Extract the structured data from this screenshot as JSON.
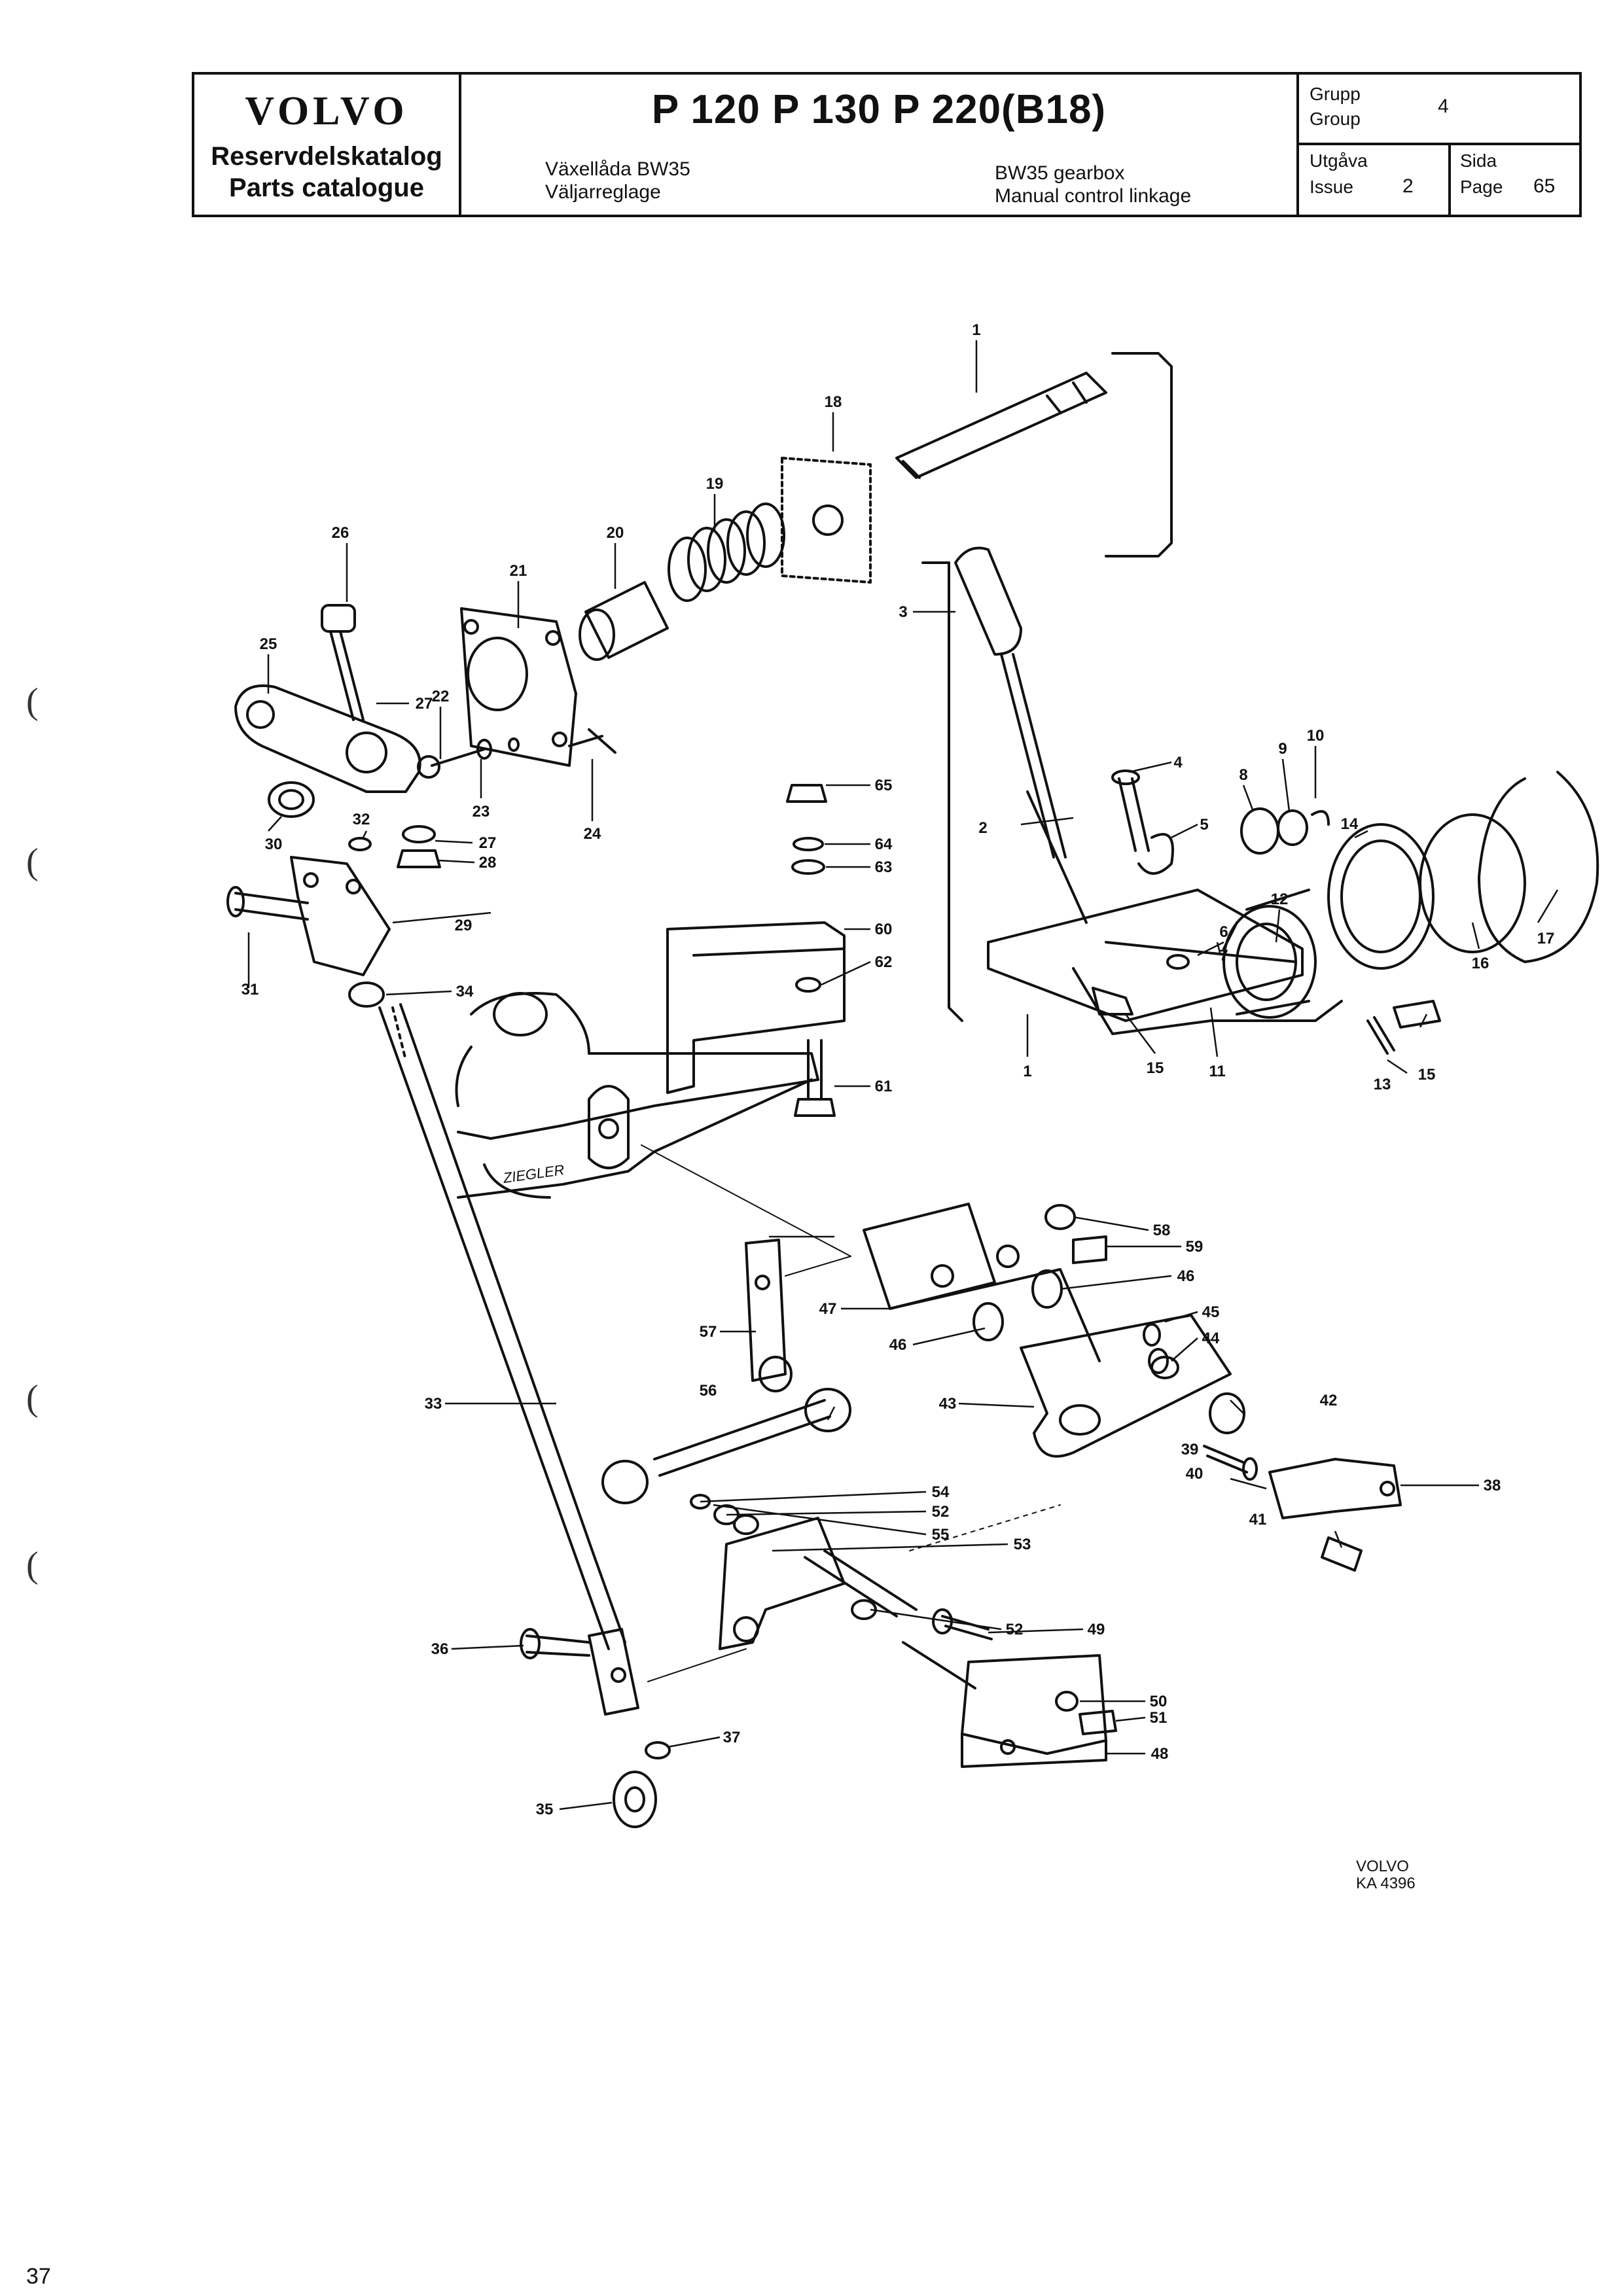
{
  "header": {
    "brand": "VOLVO",
    "catalog_sv": "Reservdelskatalog",
    "catalog_en": "Parts catalogue",
    "models": "P 120   P 130   P 220(B18)",
    "desc_sv_line1": "Växellåda BW35",
    "desc_sv_line2": "Väljarreglage",
    "desc_en_line1": "BW35 gearbox",
    "desc_en_line2": "Manual control linkage",
    "group_label_sv": "Grupp",
    "group_label_en": "Group",
    "group_value": "4",
    "issue_label_sv": "Utgåva",
    "issue_label_en": "Issue",
    "issue_value": "2",
    "page_label_sv": "Sida",
    "page_label_en": "Page",
    "page_value": "65"
  },
  "diagram": {
    "callouts": [
      "1",
      "2",
      "3",
      "4",
      "5",
      "6",
      "7",
      "8",
      "9",
      "10",
      "11",
      "12",
      "13",
      "14",
      "15",
      "16",
      "17",
      "18",
      "19",
      "20",
      "21",
      "22",
      "23",
      "24",
      "25",
      "26",
      "27",
      "28",
      "29",
      "30",
      "31",
      "32",
      "33",
      "34",
      "35",
      "36",
      "37",
      "38",
      "39",
      "40",
      "41",
      "42",
      "43",
      "44",
      "45",
      "46",
      "47",
      "48",
      "49",
      "50",
      "51",
      "52",
      "53",
      "54",
      "55",
      "56",
      "57",
      "58",
      "59",
      "60",
      "61",
      "62",
      "63",
      "64",
      "65"
    ],
    "ziegler_text": "ZIEGLER"
  },
  "footer": {
    "ref_line1": "VOLVO",
    "ref_line2": "KA 4396",
    "sheet_number": "37"
  }
}
